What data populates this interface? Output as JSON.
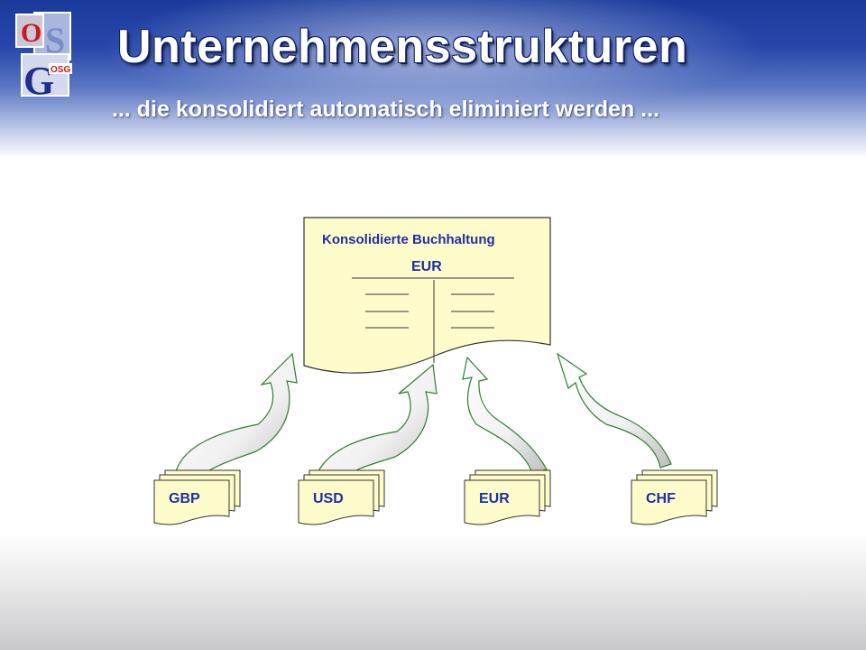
{
  "header": {
    "title": "Unternehmensstrukturen",
    "subtitle": "... die konsolidiert automatisch eliminiert werden ..."
  },
  "logo": {
    "letters": [
      "O",
      "S",
      "G"
    ],
    "small_text": "OSG"
  },
  "ledger": {
    "title": "Konsolidierte Buchhaltung",
    "currency": "EUR"
  },
  "sources": [
    {
      "currency": "GBP"
    },
    {
      "currency": "USD"
    },
    {
      "currency": "EUR"
    },
    {
      "currency": "CHF"
    }
  ],
  "colors": {
    "header_blue": "#1a3a9c",
    "label_blue": "#1f2fa6",
    "doc_fill": "#fffccc",
    "arrow_green": "#2f7d32"
  }
}
